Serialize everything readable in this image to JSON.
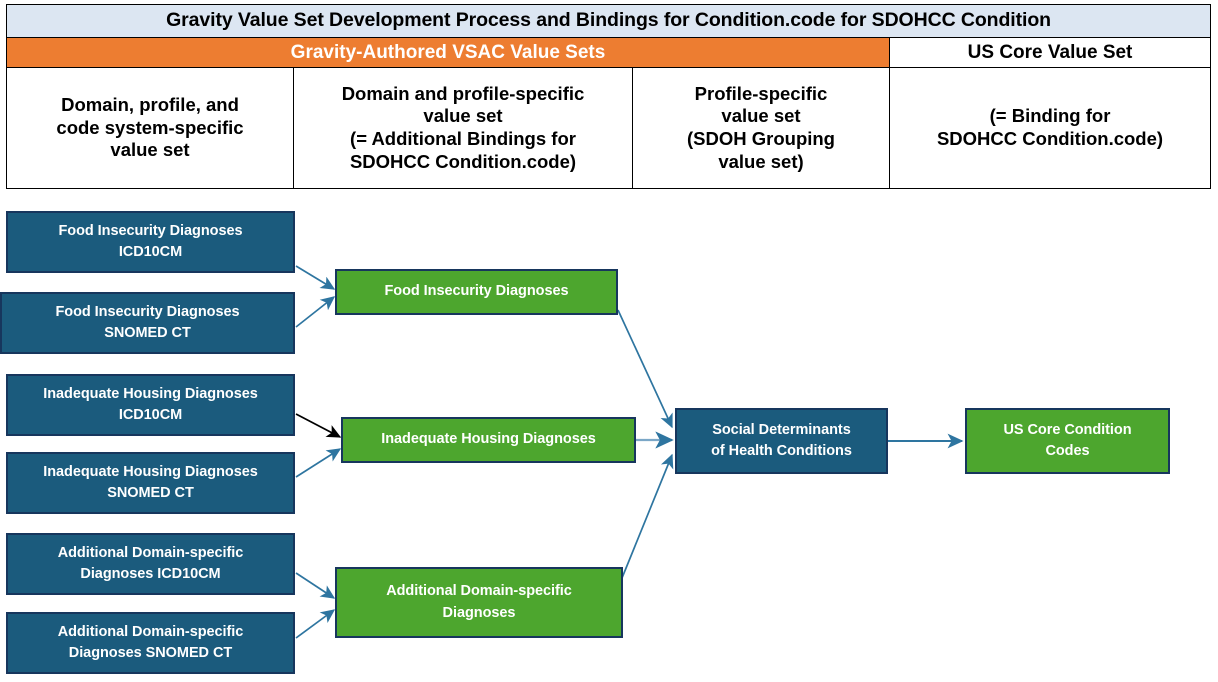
{
  "header": {
    "title": "Gravity Value Set Development Process and Bindings for Condition.code for SDOHCC Condition",
    "title_bg": "#dce6f2",
    "bands": [
      {
        "label": "Gravity-Authored VSAC Value Sets",
        "bg": "#ed7d31",
        "color": "#ffffff",
        "span": 3
      },
      {
        "label": "US Core Value Set",
        "bg": "#ffffff",
        "color": "#000000",
        "span": 1
      }
    ],
    "columns": [
      {
        "lines": [
          "Domain, profile, and",
          "code system-specific",
          "value set"
        ]
      },
      {
        "lines": [
          "Domain and profile-specific",
          "value set",
          "(= Additional Bindings for",
          "SDOHCC Condition.code)"
        ]
      },
      {
        "lines": [
          "Profile-specific",
          "value set",
          "(SDOH Grouping",
          "value set)"
        ]
      },
      {
        "lines": [
          "(= Binding for",
          "SDOHCC Condition.code)"
        ]
      }
    ]
  },
  "diagram": {
    "colors": {
      "blue_fill": "#1b5b7d",
      "green_fill": "#4da62e",
      "node_border": "#17365d",
      "arrow_blue": "#2e75a0",
      "arrow_black": "#000000",
      "arrow_light": "#7ba7c7"
    },
    "source_nodes": [
      {
        "id": "food-icd10cm",
        "lines": [
          "Food Insecurity Diagnoses",
          "ICD10CM"
        ]
      },
      {
        "id": "food-snomed",
        "lines": [
          "Food Insecurity Diagnoses",
          "SNOMED CT"
        ]
      },
      {
        "id": "housing-icd10cm",
        "lines": [
          "Inadequate Housing Diagnoses",
          "ICD10CM"
        ]
      },
      {
        "id": "housing-snomed",
        "lines": [
          "Inadequate Housing Diagnoses",
          "SNOMED CT"
        ]
      },
      {
        "id": "additional-icd10cm",
        "lines": [
          "Additional Domain-specific",
          "Diagnoses ICD10CM"
        ]
      },
      {
        "id": "additional-snomed",
        "lines": [
          "Additional Domain-specific",
          "Diagnoses SNOMED CT"
        ]
      }
    ],
    "grouping_nodes": [
      {
        "id": "food-diagnoses",
        "lines": [
          "Food Insecurity Diagnoses"
        ]
      },
      {
        "id": "housing-diagnoses",
        "lines": [
          "Inadequate Housing Diagnoses"
        ]
      },
      {
        "id": "additional-diagnoses",
        "lines": [
          "Additional Domain-specific",
          "Diagnoses"
        ]
      }
    ],
    "sdoh_node": {
      "id": "sdoh-conditions",
      "lines": [
        "Social Determinants",
        "of Health Conditions"
      ]
    },
    "uscore_node": {
      "id": "us-core-codes",
      "lines": [
        "US Core Condition",
        "Codes"
      ]
    }
  }
}
